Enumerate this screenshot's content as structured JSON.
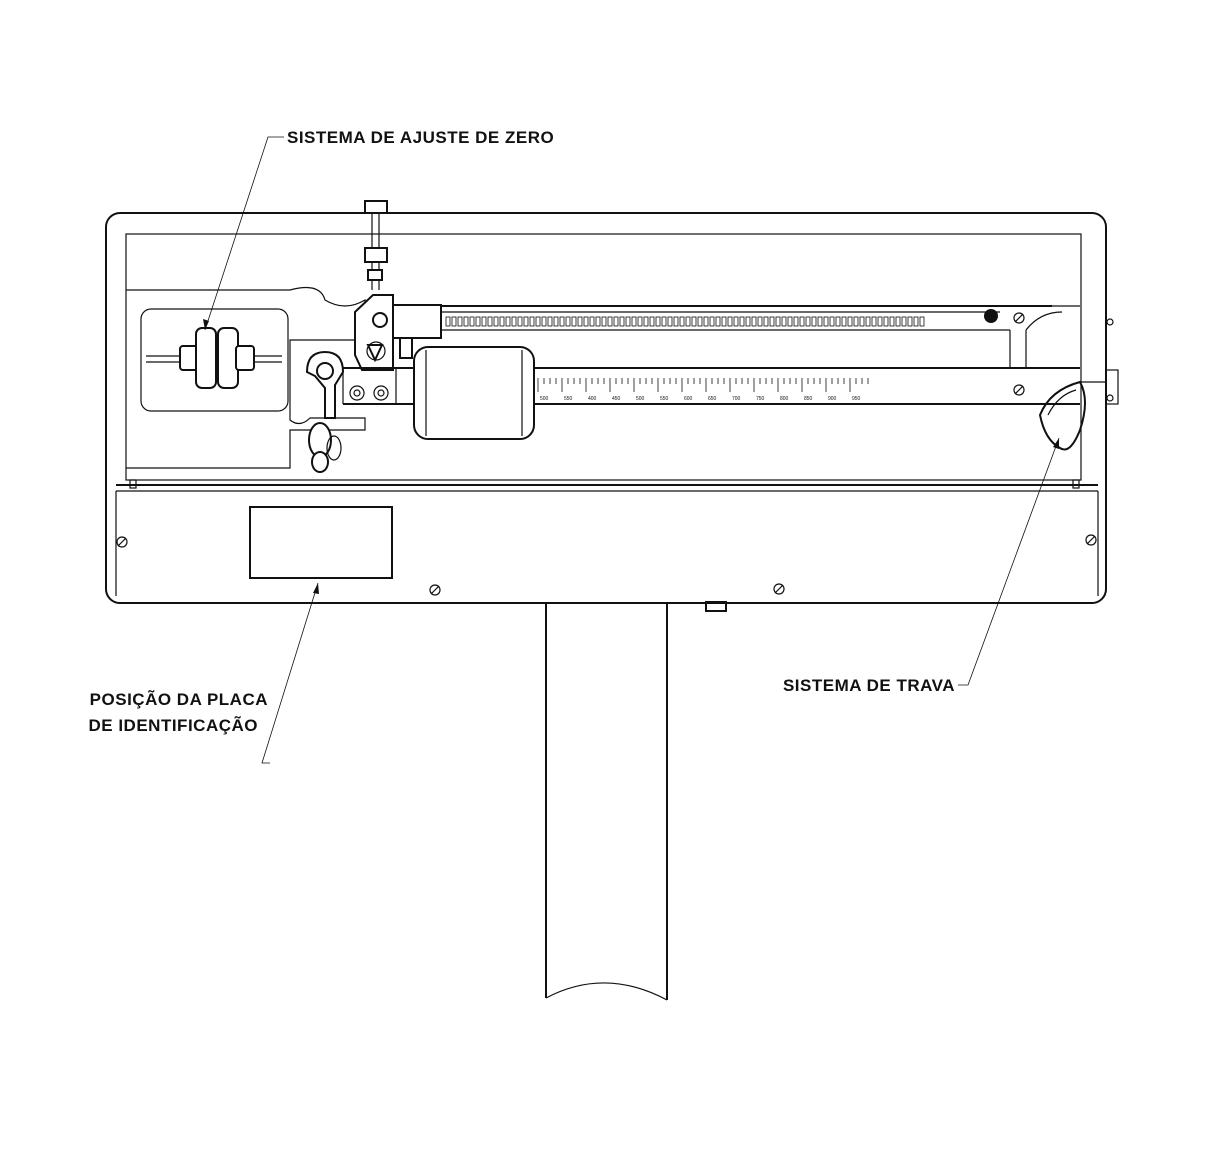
{
  "labels": {
    "zero_adjust": "SISTEMA DE AJUSTE DE ZERO",
    "id_plate_line1": "POSIÇÃO DA PLACA",
    "id_plate_line2": "DE IDENTIFICAÇÃO",
    "lock_system": "SISTEMA DE TRAVA"
  },
  "scale": {
    "lower_beam_ticks": [
      "500",
      "550",
      "400",
      "450",
      "500",
      "550",
      "600",
      "650",
      "700",
      "750",
      "800",
      "850",
      "900",
      "950"
    ]
  }
}
